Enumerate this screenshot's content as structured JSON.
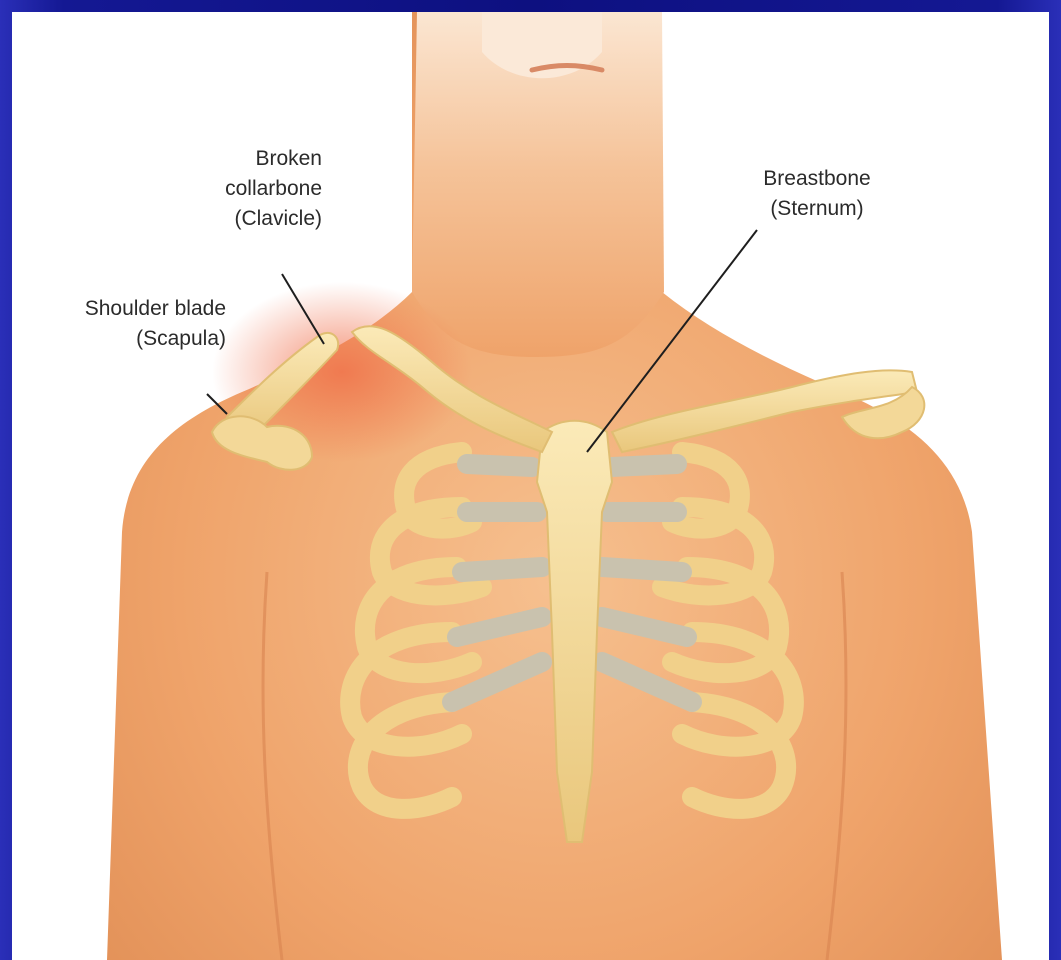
{
  "labels": {
    "broken_collarbone": {
      "line1": "Broken",
      "line2": "collarbone",
      "line3": "(Clavicle)"
    },
    "shoulder_blade": {
      "line1": "Shoulder blade",
      "line2": "(Scapula)"
    },
    "breastbone": {
      "line1": "Breastbone",
      "line2": "(Sternum)"
    }
  },
  "colors": {
    "frame": "#141893",
    "skin": "#efa36a",
    "bone": "#f6dc9a",
    "cartilage": "#c9c2ae",
    "injury_glow": "#f06a45"
  }
}
